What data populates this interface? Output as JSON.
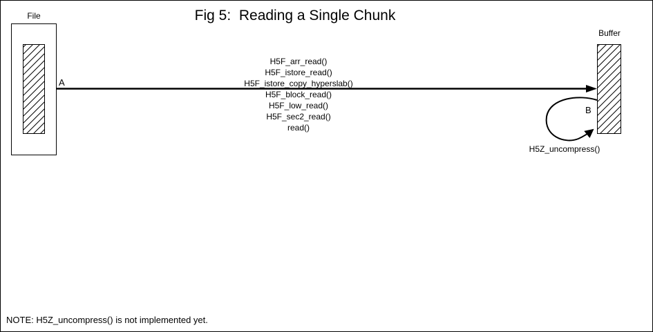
{
  "figure": {
    "title": "Fig 5:  Reading a Single Chunk",
    "note": "NOTE: H5Z_uncompress() is not implemented yet."
  },
  "nodes": {
    "file": {
      "label": "File"
    },
    "buffer": {
      "label": "Buffer"
    }
  },
  "arrows": {
    "a": {
      "label": "A",
      "functions": [
        "H5F_arr_read()",
        "H5F_istore_read()",
        "H5F_istore_copy_hyperslab()",
        "H5F_block_read()",
        "H5F_low_read()",
        "H5F_sec2_read()",
        "read()"
      ]
    },
    "b": {
      "label": "B",
      "function": "H5Z_uncompress()"
    }
  },
  "colors": {
    "ink": "#000000",
    "background": "#ffffff"
  }
}
